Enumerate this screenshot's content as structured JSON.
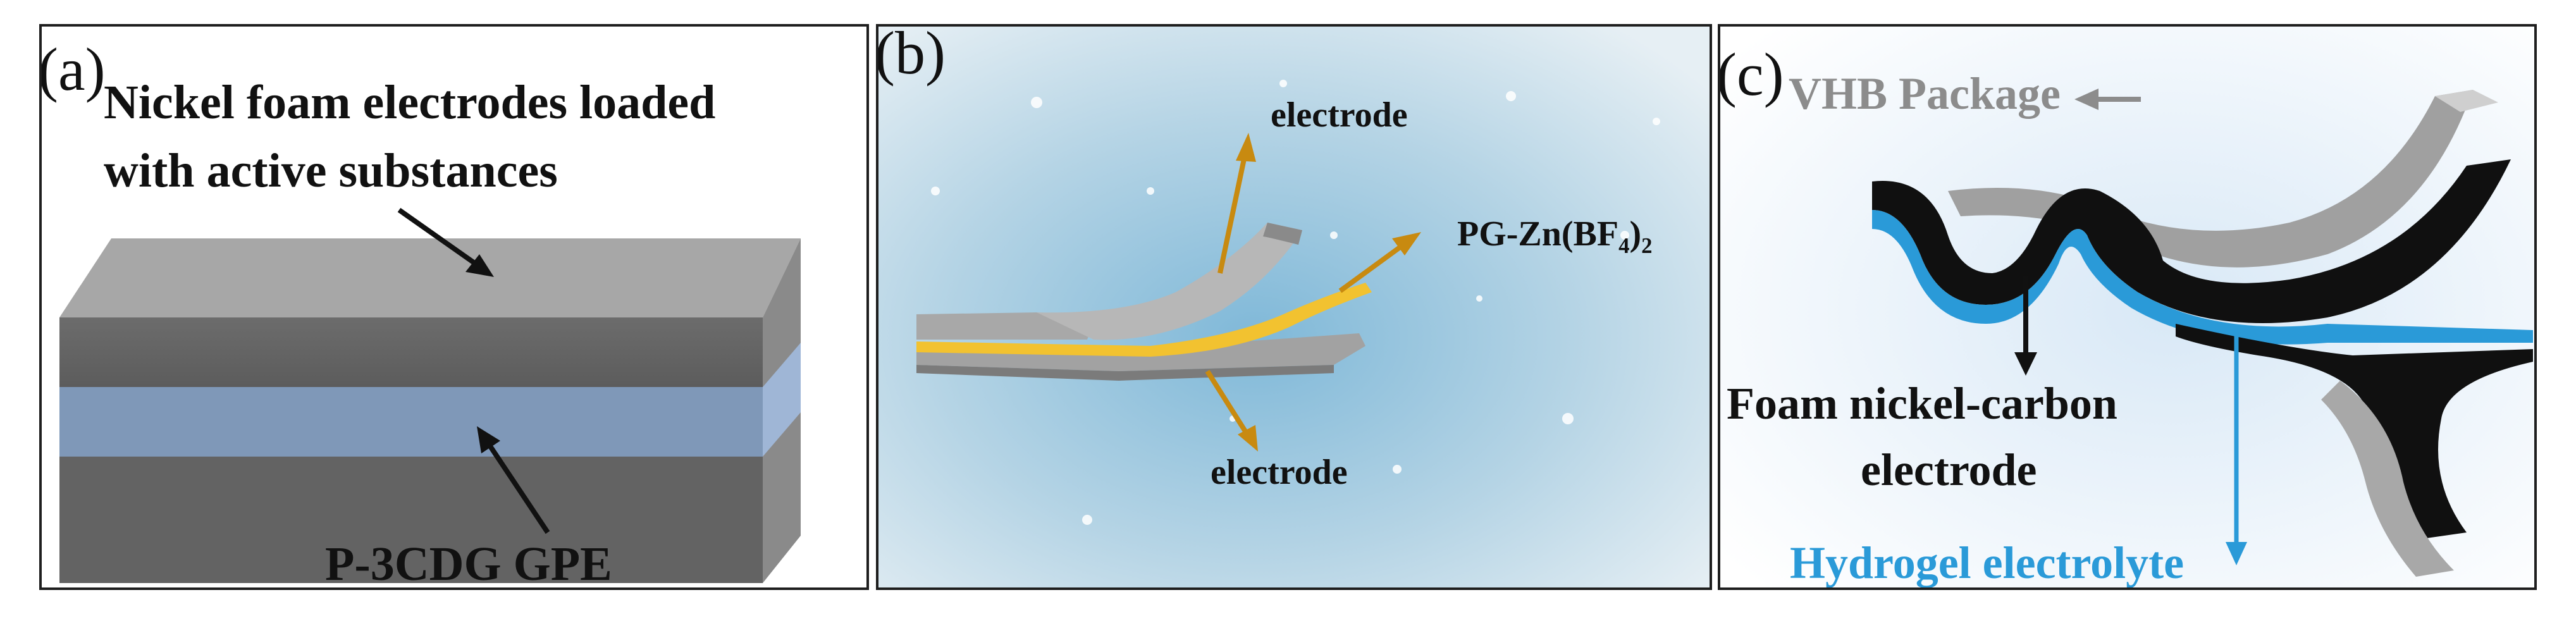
{
  "panels": {
    "a": {
      "label": "(a)",
      "annotation_top_line1": "Nickel foam electrodes loaded",
      "annotation_top_line2": "with active substances",
      "annotation_bottom": "P-3CDG GPE"
    },
    "b": {
      "label": "(b)",
      "electrode_top": "electrode",
      "electrolyte_main": "PG-Zn(BF",
      "electrolyte_sub1": "4",
      "electrolyte_close": ")",
      "electrolyte_sub2": "2",
      "electrode_bottom": "electrode"
    },
    "c": {
      "label": "(c)",
      "package": "VHB Package",
      "electrode_line1": "Foam nickel-carbon",
      "electrode_line2": "electrode",
      "electrolyte": "Hydrogel electrolyte"
    }
  },
  "colors": {
    "border": "#1e1e1e",
    "nickel_gray": "#9a9a9a",
    "gpe_blue": "#7f98b8",
    "arrow_orange": "#c88a10",
    "electrolyte_yellow": "#f2c230",
    "hydrogel_blue": "#2a9ad8",
    "package_gray": "#8c8c8c"
  }
}
